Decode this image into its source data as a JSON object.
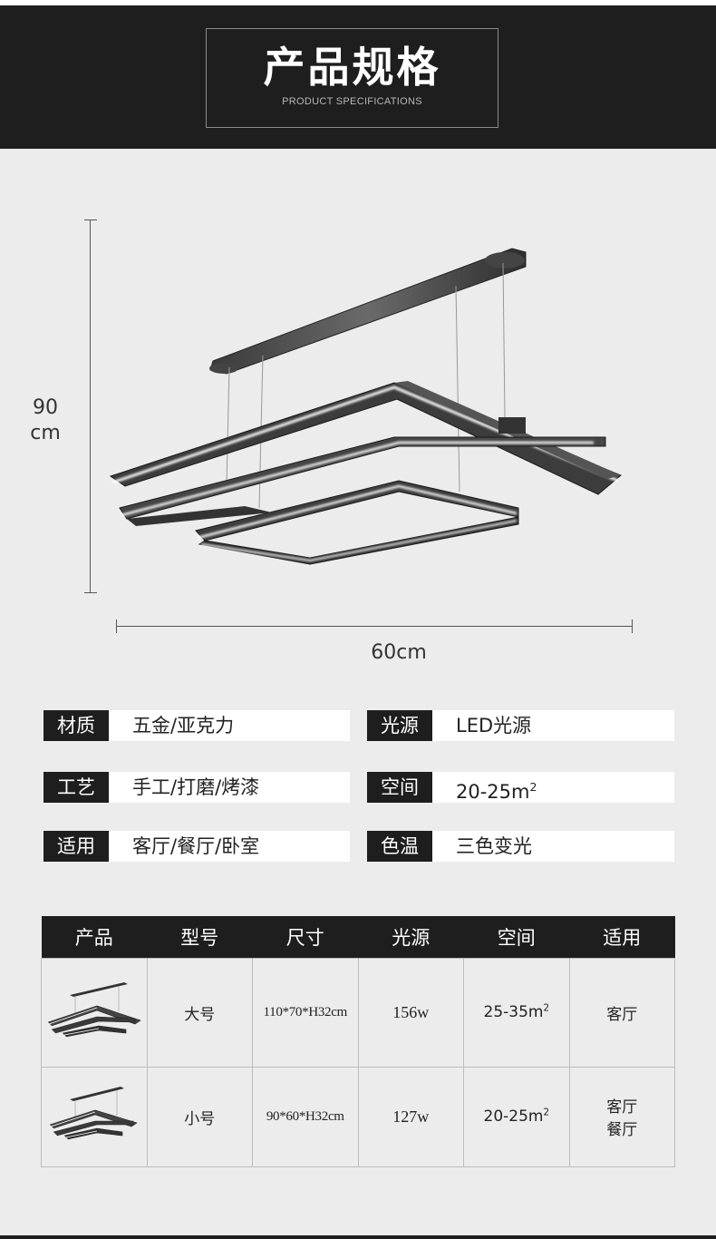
{
  "header": {
    "title_cn": "产品规格",
    "title_en": "PRODUCT SPECIFICATIONS"
  },
  "dimensions": {
    "height_value": "90",
    "height_unit": "cm",
    "width_label": "60cm"
  },
  "specs": [
    {
      "label": "材质",
      "value": "五金/亚克力"
    },
    {
      "label": "光源",
      "value": "LED光源"
    },
    {
      "label": "工艺",
      "value": "手工/打磨/烤漆"
    },
    {
      "label": "空间",
      "value": "20-25m",
      "sup": "2"
    },
    {
      "label": "适用",
      "value": "客厅/餐厅/卧室"
    },
    {
      "label": "色温",
      "value": "三色变光"
    }
  ],
  "table": {
    "headers": [
      "产品",
      "型号",
      "尺寸",
      "光源",
      "空间",
      "适用"
    ],
    "rows": [
      {
        "model": "大号",
        "size": "110*70*H32cm",
        "power": "156w",
        "space": "25-35m",
        "space_sup": "2",
        "use_1": "客厅",
        "use_2": ""
      },
      {
        "model": "小号",
        "size": "90*60*H32cm",
        "power": "127w",
        "space": "20-25m",
        "space_sup": "2",
        "use_1": "客厅",
        "use_2": "餐厅"
      }
    ]
  },
  "colors": {
    "dark": "#1e1e1e",
    "background": "#ececec",
    "value_bg": "#ffffff"
  }
}
